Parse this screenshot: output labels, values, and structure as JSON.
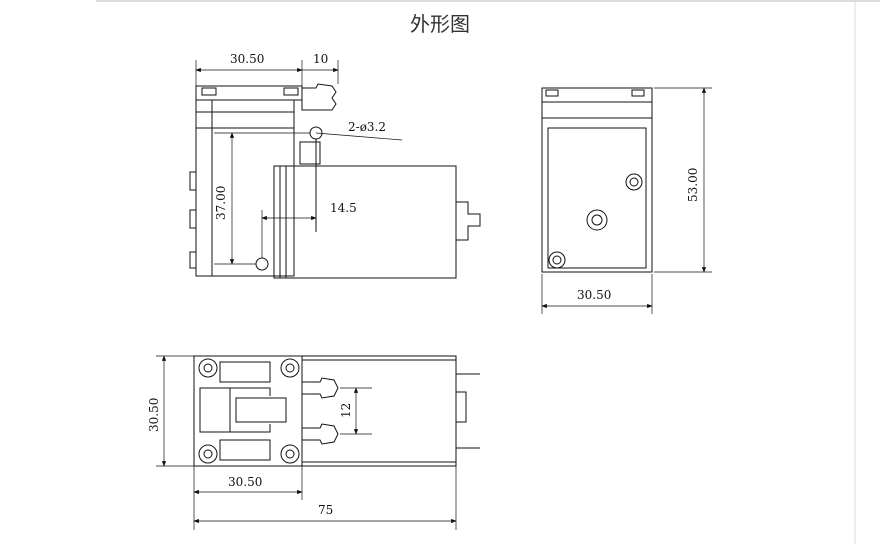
{
  "title": "外形图",
  "dims": {
    "side_width": "30.50",
    "nozzle_len": "10",
    "holes": "2-ø3.2",
    "height_left": "37.00",
    "motor_offset": "14.5",
    "front_height": "53.00",
    "front_width": "30.50",
    "bottom_height": "30.50",
    "port_spacing": "12",
    "bottom_width": "30.50",
    "overall_len": "75"
  }
}
